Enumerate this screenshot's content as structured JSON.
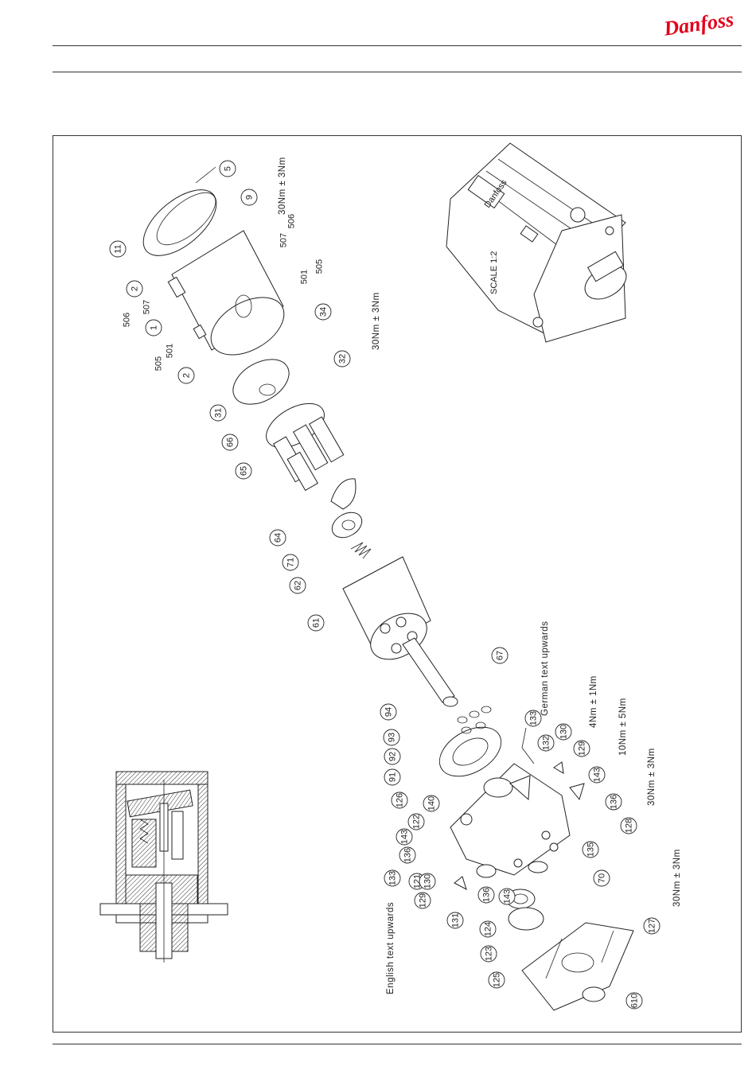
{
  "header": {
    "brand": "Danfoss",
    "brand_color": "#e2001a"
  },
  "drawing": {
    "annotations": {
      "torque_5": "30Nm ± 3Nm",
      "torque_32": "30Nm ± 3Nm",
      "torque_129": "4Nm ± 1Nm",
      "torque_143": "10Nm ± 5Nm",
      "torque_128": "30Nm ± 3Nm",
      "torque_127": "30Nm ± 3Nm",
      "german_text": "German text upwards",
      "english_text": "English text upwards",
      "scale": "SCALE 1:2",
      "nameplate_brand": "Danfoss"
    },
    "part_numbers": [
      "5",
      "9",
      "11",
      "2",
      "506",
      "507",
      "1",
      "501",
      "505",
      "2",
      "507",
      "506",
      "501",
      "505",
      "34",
      "32",
      "31",
      "66",
      "65",
      "64",
      "71",
      "62",
      "61",
      "67",
      "94",
      "93",
      "92",
      "91",
      "126",
      "140",
      "122",
      "143",
      "136",
      "133",
      "121",
      "130",
      "129",
      "131",
      "136",
      "143",
      "124",
      "123",
      "125",
      "133",
      "132",
      "130",
      "129",
      "143",
      "136",
      "128",
      "135",
      "70",
      "127",
      "610"
    ]
  }
}
